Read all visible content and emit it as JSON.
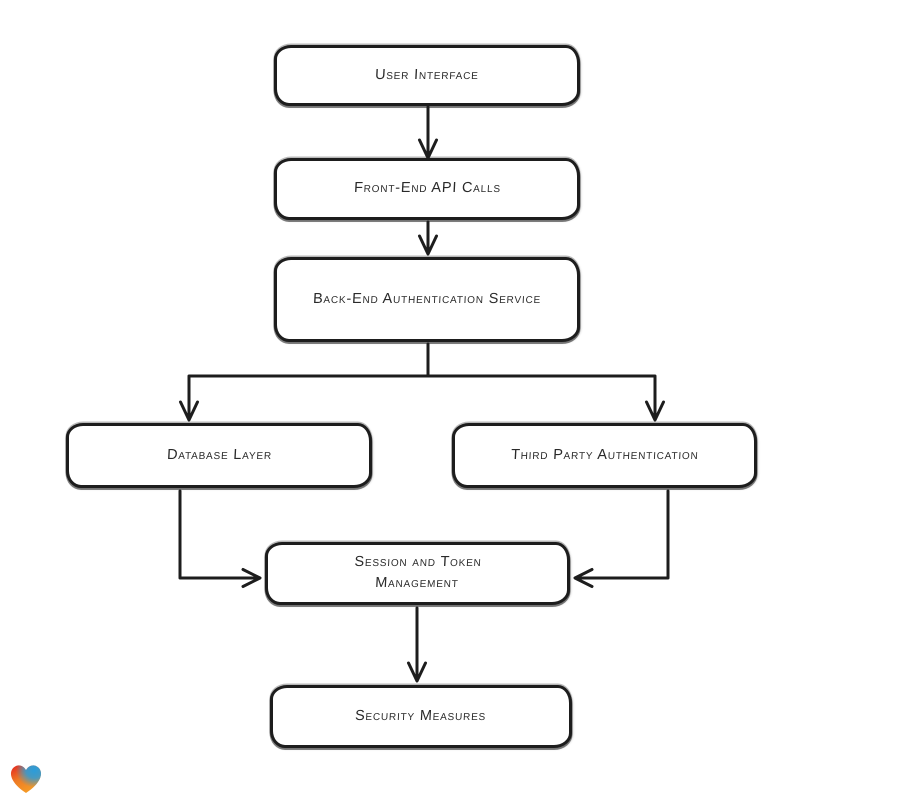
{
  "diagram": {
    "type": "flowchart",
    "background": "#ffffff",
    "stroke_color": "#1d1d1d",
    "node_fill": "#ffffff",
    "text_color": "#2a2a2a",
    "nodes": [
      {
        "id": "user-interface",
        "label": "User Interface"
      },
      {
        "id": "front-end-api-calls",
        "label": "Front-End API Calls"
      },
      {
        "id": "back-end-authentication-service",
        "label": "Back-End Authentication Service"
      },
      {
        "id": "database-layer",
        "label": "Database Layer"
      },
      {
        "id": "third-party-authentication",
        "label": "Third Party Authentication"
      },
      {
        "id": "session-and-token-management",
        "label": "Session and Token Management"
      },
      {
        "id": "security-measures",
        "label": "Security Measures"
      }
    ],
    "edges": [
      {
        "from": "user-interface",
        "to": "front-end-api-calls"
      },
      {
        "from": "front-end-api-calls",
        "to": "back-end-authentication-service"
      },
      {
        "from": "back-end-authentication-service",
        "to": "database-layer"
      },
      {
        "from": "back-end-authentication-service",
        "to": "third-party-authentication"
      },
      {
        "from": "database-layer",
        "to": "session-and-token-management"
      },
      {
        "from": "third-party-authentication",
        "to": "session-and-token-management"
      },
      {
        "from": "session-and-token-management",
        "to": "security-measures"
      }
    ],
    "watermark": {
      "icon": "heart-icon",
      "colors": [
        "#e5251f",
        "#2a9ddb",
        "#f59d27"
      ]
    }
  }
}
